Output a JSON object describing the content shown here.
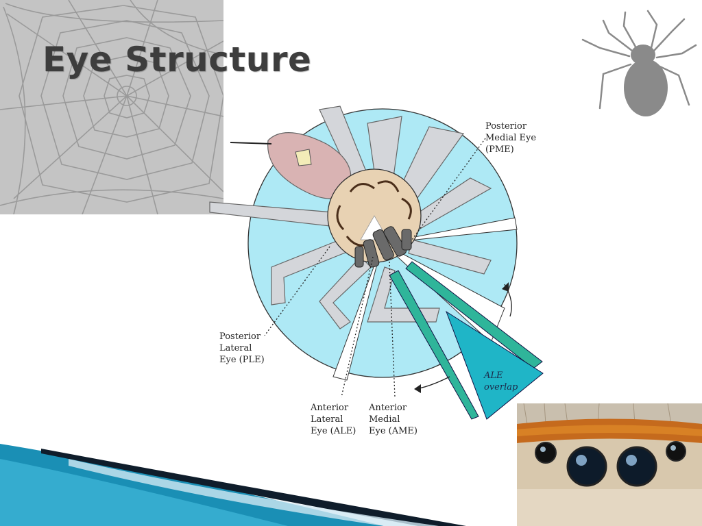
{
  "slide": {
    "title": "Eye Structure"
  },
  "diagram": {
    "labels": {
      "pme": [
        "Posterior",
        "Medial Eye",
        "(PME)"
      ],
      "ple": [
        "Posterior",
        "Lateral",
        "Eye (PLE)"
      ],
      "ale": [
        "Anterior",
        "Lateral",
        "Eye (ALE)"
      ],
      "ame": [
        "Anterior",
        "Medial",
        "Eye (AME)"
      ],
      "overlap": [
        "ALE",
        "overlap"
      ]
    }
  },
  "colors": {
    "web_background": "#c4c4c4",
    "visual_field": "#aee9f5",
    "ale_beam": "#1fb5c7",
    "ame_beam": "#2fb59a",
    "title": "#3d3d3d",
    "swoosh": "#1a8fb5"
  }
}
